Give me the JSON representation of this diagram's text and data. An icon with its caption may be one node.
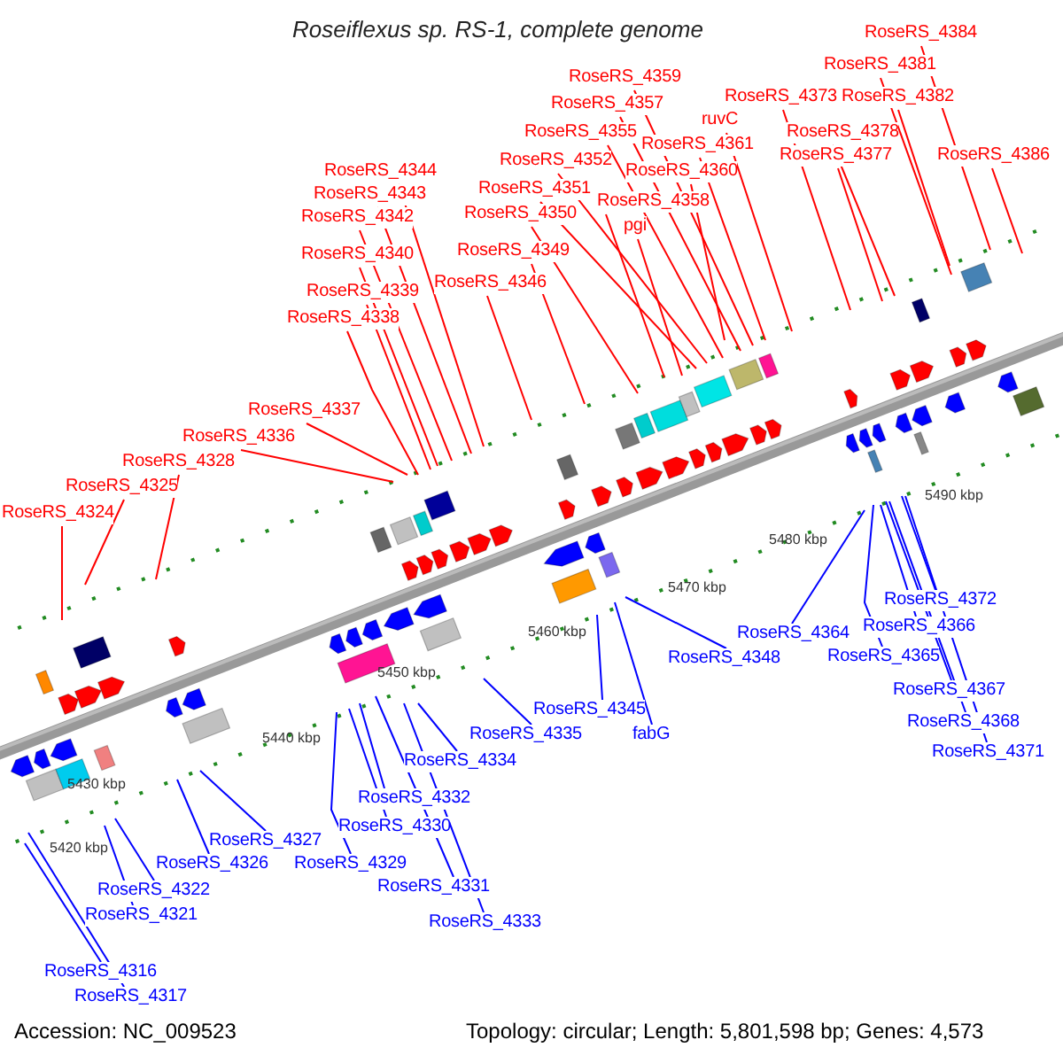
{
  "diagram": {
    "title": "Roseiflexus sp. RS-1, complete genome",
    "nodes": [
      {
        "text": [
          "RoseRS_4384"
        ]
      },
      {
        "text": [
          "RoseRS_4381"
        ]
      },
      {
        "text": [
          "RoseRS_4359"
        ]
      },
      {
        "text": [
          "RoseRS_4373"
        ]
      },
      {
        "text": [
          "RoseRS_4382"
        ]
      },
      {
        "text": [
          "RoseRS_4357"
        ]
      },
      {
        "text": [
          "ruvC"
        ]
      },
      {
        "text": [
          "RoseRS_4378"
        ]
      },
      {
        "text": [
          "RoseRS_4355"
        ]
      },
      {
        "text": [
          "RoseRS_4361"
        ]
      },
      {
        "text": [
          "RoseRS_4377"
        ]
      },
      {
        "text": [
          "RoseRS_4386"
        ]
      },
      {
        "text": [
          "RoseRS_4352"
        ]
      },
      {
        "text": [
          "RoseRS_4360"
        ]
      },
      {
        "text": [
          "RoseRS_4344"
        ]
      },
      {
        "text": [
          "RoseRS_4351"
        ]
      },
      {
        "text": [
          "RoseRS_4343"
        ]
      },
      {
        "text": [
          "RoseRS_4358"
        ]
      },
      {
        "text": [
          "RoseRS_4350"
        ]
      },
      {
        "text": [
          "RoseRS_4342"
        ]
      },
      {
        "text": [
          "pgi"
        ]
      },
      {
        "text": [
          "RoseRS_4349"
        ]
      },
      {
        "text": [
          "RoseRS_4340"
        ]
      },
      {
        "text": [
          "RoseRS_4346"
        ]
      },
      {
        "text": [
          "RoseRS_4339"
        ]
      },
      {
        "text": [
          "RoseRS_4338"
        ]
      },
      {
        "text": [
          "RoseRS_4337"
        ]
      },
      {
        "text": [
          "RoseRS_4336"
        ]
      },
      {
        "text": [
          "RoseRS_4328"
        ]
      },
      {
        "text": [
          "RoseRS_4325"
        ]
      },
      {
        "text": [
          "RoseRS_4324"
        ]
      },
      {
        "text": [
          "RoseRS_4372"
        ]
      },
      {
        "text": [
          "RoseRS_4364"
        ]
      },
      {
        "text": [
          "RoseRS_4366"
        ]
      },
      {
        "text": [
          "RoseRS_4365"
        ]
      },
      {
        "text": [
          "RoseRS_4348"
        ]
      },
      {
        "text": [
          "RoseRS_4367"
        ]
      },
      {
        "text": [
          "RoseRS_4345"
        ]
      },
      {
        "text": [
          "RoseRS_4368"
        ]
      },
      {
        "text": [
          "fabG"
        ]
      },
      {
        "text": [
          "RoseRS_4335"
        ]
      },
      {
        "text": [
          "RoseRS_4371"
        ]
      },
      {
        "text": [
          "RoseRS_4334"
        ]
      },
      {
        "text": [
          "RoseRS_4332"
        ]
      },
      {
        "text": [
          "RoseRS_4330"
        ]
      },
      {
        "text": [
          "RoseRS_4327"
        ]
      },
      {
        "text": [
          "RoseRS_4329"
        ]
      },
      {
        "text": [
          "RoseRS_4326"
        ]
      },
      {
        "text": [
          "RoseRS_4331"
        ]
      },
      {
        "text": [
          "RoseRS_4322"
        ]
      },
      {
        "text": [
          "RoseRS_4321"
        ]
      },
      {
        "text": [
          "RoseRS_4333"
        ]
      },
      {
        "text": [
          "RoseRS_4316"
        ]
      },
      {
        "text": [
          "RoseRS_4317"
        ]
      }
    ],
    "edges": [
      {
        "from": 0,
        "to": null,
        "arrow": "none"
      },
      {
        "from": 1,
        "to": null,
        "arrow": "none"
      },
      {
        "from": 2,
        "to": null,
        "arrow": "none"
      },
      {
        "from": 3,
        "to": null,
        "arrow": "none"
      },
      {
        "from": 4,
        "to": null,
        "arrow": "none"
      },
      {
        "from": 5,
        "to": null,
        "arrow": "none"
      },
      {
        "from": 6,
        "to": null,
        "arrow": "none"
      },
      {
        "from": 7,
        "to": null,
        "arrow": "none"
      },
      {
        "from": 8,
        "to": null,
        "arrow": "none"
      },
      {
        "from": 9,
        "to": null,
        "arrow": "none"
      },
      {
        "from": 10,
        "to": null,
        "arrow": "none"
      },
      {
        "from": 11,
        "to": null,
        "arrow": "none"
      },
      {
        "from": 12,
        "to": null,
        "arrow": "none"
      },
      {
        "from": 13,
        "to": null,
        "arrow": "none"
      },
      {
        "from": 14,
        "to": null,
        "arrow": "none"
      },
      {
        "from": 15,
        "to": null,
        "arrow": "none"
      },
      {
        "from": 16,
        "to": null,
        "arrow": "none"
      },
      {
        "from": 17,
        "to": null,
        "arrow": "none"
      },
      {
        "from": 18,
        "to": null,
        "arrow": "none"
      },
      {
        "from": 19,
        "to": null,
        "arrow": "none"
      },
      {
        "from": 20,
        "to": null,
        "arrow": "none"
      },
      {
        "from": 21,
        "to": null,
        "arrow": "none"
      },
      {
        "from": 22,
        "to": null,
        "arrow": "none"
      },
      {
        "from": 23,
        "to": null,
        "arrow": "none"
      },
      {
        "from": 24,
        "to": null,
        "arrow": "none"
      },
      {
        "from": 25,
        "to": null,
        "arrow": "none"
      },
      {
        "from": 26,
        "to": null,
        "arrow": "none"
      },
      {
        "from": 27,
        "to": null,
        "arrow": "none"
      },
      {
        "from": 28,
        "to": null,
        "arrow": "none"
      },
      {
        "from": 29,
        "to": null,
        "arrow": "none"
      },
      {
        "from": 30,
        "to": null,
        "arrow": "none"
      },
      {
        "from": 31,
        "to": null,
        "arrow": "none",
        "color": "#0000ff"
      },
      {
        "from": 32,
        "to": null,
        "arrow": "none",
        "color": "#0000ff"
      },
      {
        "from": 33,
        "to": null,
        "arrow": "none",
        "color": "#0000ff"
      },
      {
        "from": 34,
        "to": null,
        "arrow": "none",
        "color": "#0000ff"
      },
      {
        "from": 35,
        "to": null,
        "arrow": "none",
        "color": "#0000ff"
      },
      {
        "from": 36,
        "to": null,
        "arrow": "none",
        "color": "#0000ff"
      },
      {
        "from": 37,
        "to": null,
        "arrow": "none",
        "color": "#0000ff"
      },
      {
        "from": 38,
        "to": null,
        "arrow": "none",
        "color": "#0000ff"
      },
      {
        "from": 39,
        "to": null,
        "arrow": "none",
        "color": "#0000ff"
      },
      {
        "from": 40,
        "to": null,
        "arrow": "none",
        "color": "#0000ff"
      },
      {
        "from": 41,
        "to": null,
        "arrow": "none",
        "color": "#0000ff"
      },
      {
        "from": 42,
        "to": null,
        "arrow": "none",
        "color": "#0000ff"
      },
      {
        "from": 43,
        "to": null,
        "arrow": "none",
        "color": "#0000ff"
      },
      {
        "from": 44,
        "to": null,
        "arrow": "none",
        "color": "#0000ff"
      },
      {
        "from": 45,
        "to": null,
        "arrow": "none",
        "color": "#0000ff"
      },
      {
        "from": 46,
        "to": null,
        "arrow": "none",
        "color": "#0000ff"
      },
      {
        "from": 47,
        "to": null,
        "arrow": "none",
        "color": "#0000ff"
      },
      {
        "from": 48,
        "to": null,
        "arrow": "none",
        "color": "#0000ff"
      },
      {
        "from": 49,
        "to": null,
        "arrow": "none",
        "color": "#0000ff"
      },
      {
        "from": 50,
        "to": null,
        "arrow": "none",
        "color": "#0000ff"
      },
      {
        "from": 51,
        "to": null,
        "arrow": "none",
        "color": "#0000ff"
      },
      {
        "from": 52,
        "to": null,
        "arrow": "none",
        "color": "#0000ff"
      },
      {
        "from": 53,
        "to": null,
        "arrow": "none",
        "color": "#0000ff"
      }
    ],
    "labels": [
      "5420 kbp",
      "5430 kbp",
      "5440 kbp",
      "5450 kbp",
      "5460 kbp",
      "5470 kbp",
      "5480 kbp",
      "5490 kbp",
      "Accession: NC_009523",
      "Topology: circular; Length: 5,801,598 bp; Genes: 4,573"
    ]
  }
}
